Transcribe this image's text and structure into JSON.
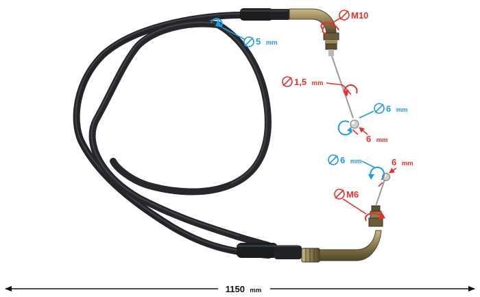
{
  "colors": {
    "blue": "#1e9be6",
    "red": "#e8302a",
    "cable": "#2b2c2f",
    "brass": "#8a7a4e",
    "dimension": "#111111"
  },
  "icons": {
    "diameter": "diameter-symbol-icon",
    "arrow": "dimension-arrow-icon"
  },
  "annotations": {
    "outer_cable": {
      "value": "5",
      "unit": "mm",
      "color": "blue"
    },
    "top_thread": {
      "value": "M10",
      "color": "red"
    },
    "inner_wire": {
      "value": "1,5",
      "unit": "mm",
      "color": "red"
    },
    "top_nipple_diameter": {
      "value": "6",
      "unit": "mm",
      "color": "blue"
    },
    "top_nipple_length": {
      "value": "6",
      "unit": "mm",
      "color": "red"
    },
    "bottom_nipple_diameter": {
      "value": "6",
      "unit": "mm",
      "color": "blue"
    },
    "bottom_nipple_length": {
      "value": "6",
      "unit": "mm",
      "color": "red"
    },
    "bottom_thread": {
      "value": "M6",
      "color": "red"
    }
  },
  "dimension_line": {
    "value": "1150",
    "unit": "mm"
  }
}
